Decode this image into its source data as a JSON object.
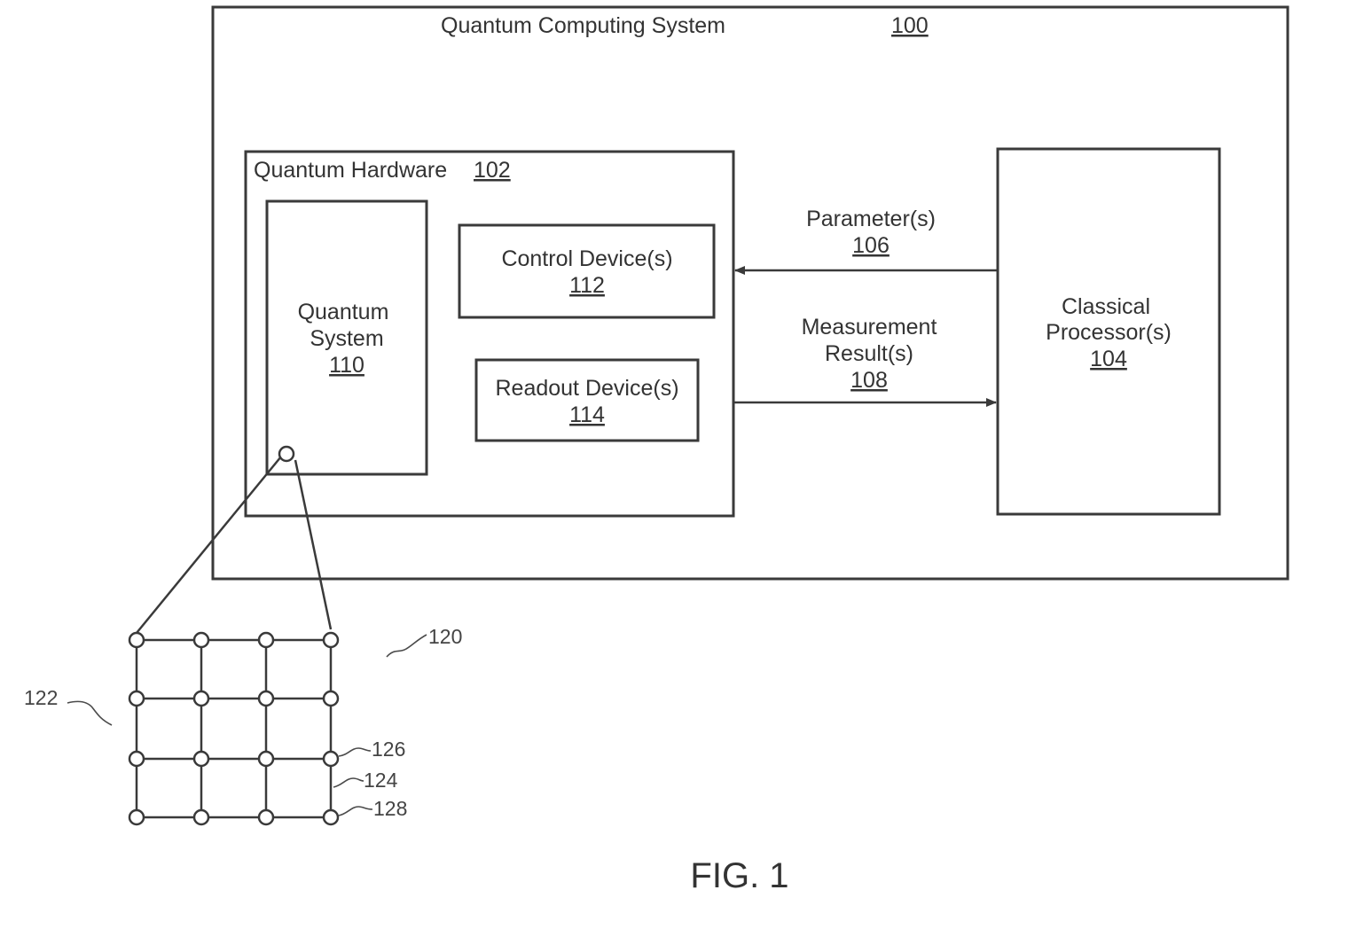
{
  "system": {
    "title": "Quantum Computing System",
    "number": "100"
  },
  "hardware": {
    "title": "Quantum Hardware",
    "number": "102"
  },
  "quantum_system": {
    "line1": "Quantum",
    "line2": "System",
    "number": "110"
  },
  "control_device": {
    "title": "Control Device(s)",
    "number": "112"
  },
  "readout_device": {
    "title": "Readout Device(s)",
    "number": "114"
  },
  "classical_processor": {
    "line1": "Classical",
    "line2": "Processor(s)",
    "number": "104"
  },
  "parameters": {
    "title": "Parameter(s)",
    "number": "106"
  },
  "measurements": {
    "line1": "Measurement",
    "line2": "Result(s)",
    "number": "108"
  },
  "lattice": {
    "rows": 4,
    "cols": 4,
    "ref_lattice": "120",
    "ref_grid": "122",
    "ref_qubit": "126",
    "ref_coupler": "124",
    "ref_node": "128"
  },
  "caption": "FIG. 1"
}
